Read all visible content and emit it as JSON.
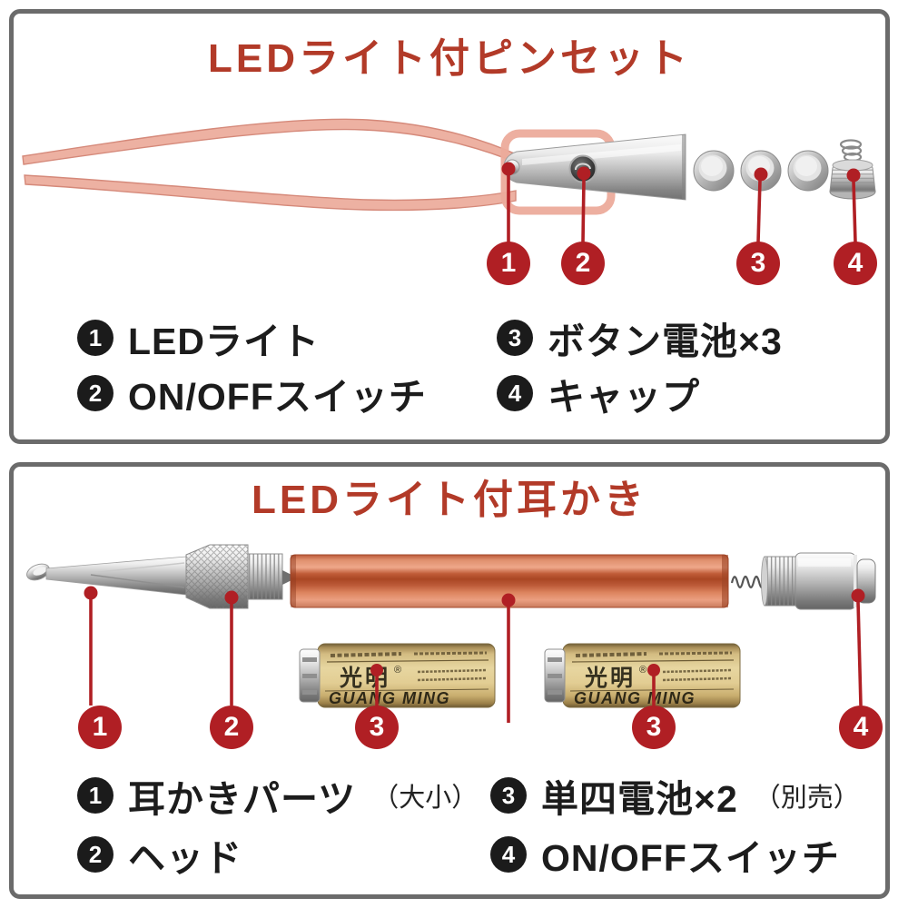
{
  "colors": {
    "title_red": "#b23a28",
    "callout_red": "#b01f24",
    "panel_border_gray": "#6b6b6b",
    "legend_badge_black": "#1b1b1b",
    "tweezers_pink": "#ecab9b",
    "barrel_copper": "#c05c38",
    "battery_gold": "#d9c389"
  },
  "panel_tweezers": {
    "title": "LEDライト付ピンセット",
    "callouts": [
      "1",
      "2",
      "3",
      "4"
    ],
    "legend": [
      {
        "num": "1",
        "label": "LEDライト"
      },
      {
        "num": "2",
        "label": "ON/OFFスイッチ"
      },
      {
        "num": "3",
        "label": "ボタン電池×3"
      },
      {
        "num": "4",
        "label": "キャップ"
      }
    ]
  },
  "panel_earpick": {
    "title": "LEDライト付耳かき",
    "callouts": [
      "1",
      "2",
      "3",
      "3",
      "4"
    ],
    "legend": [
      {
        "num": "1",
        "label": "耳かきパーツ",
        "suffix": "（大小）"
      },
      {
        "num": "2",
        "label": "ヘッド"
      },
      {
        "num": "3",
        "label": "単四電池×2",
        "suffix": "（別売）"
      },
      {
        "num": "4",
        "label": "ON/OFFスイッチ"
      }
    ],
    "battery_label": {
      "brand_cjk": "光明",
      "registered_mark": "®",
      "brand_latin": "GUANG MING"
    }
  }
}
